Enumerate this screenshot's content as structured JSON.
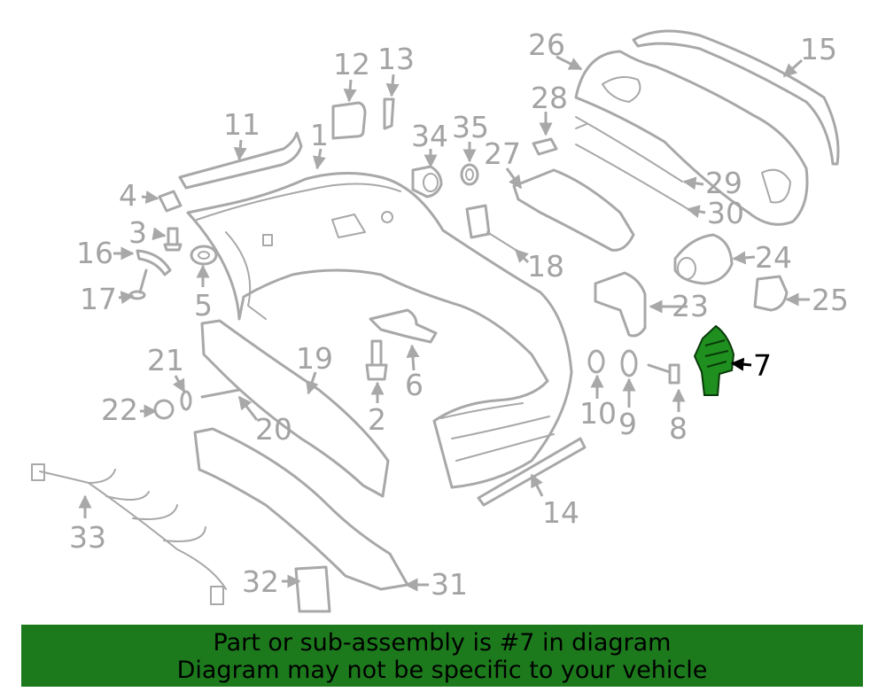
{
  "diagram": {
    "callouts": [
      "1",
      "2",
      "3",
      "4",
      "5",
      "6",
      "7",
      "8",
      "9",
      "10",
      "11",
      "12",
      "13",
      "14",
      "15",
      "16",
      "17",
      "18",
      "19",
      "20",
      "21",
      "22",
      "23",
      "24",
      "25",
      "26",
      "27",
      "28",
      "29",
      "30",
      "31",
      "32",
      "33",
      "34",
      "35"
    ],
    "highlighted_part": "7",
    "highlight_color": "#1f8f1f"
  },
  "banner": {
    "line1": "Part or sub-assembly is #7 in diagram",
    "line2": "Diagram may not be specific to your vehicle",
    "background": "#1c7a1c"
  }
}
